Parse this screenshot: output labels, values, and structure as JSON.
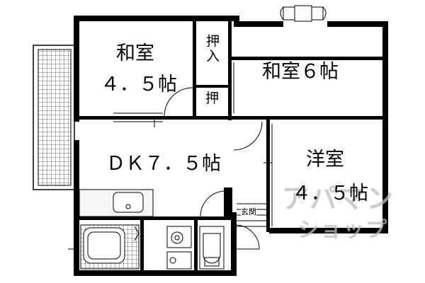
{
  "rooms": {
    "washitsu_45": {
      "name": "和室",
      "size": "４．５帖"
    },
    "washitsu_6": {
      "name": "和室６帖"
    },
    "dk": {
      "name": "ＤＫ７．５帖"
    },
    "youshitsu": {
      "name": "洋室",
      "size": "４．５帖"
    },
    "oshiire_top": {
      "name": "押入"
    },
    "oshiire_small": {
      "name": "押"
    },
    "genkan": {
      "name": "玄関"
    }
  },
  "watermark": {
    "line1": "アパマン",
    "line2": "ショップ"
  },
  "colors": {
    "wall": "#000000",
    "fill_gray": "#cfcfcf",
    "watermark": "#bdbdbd"
  }
}
